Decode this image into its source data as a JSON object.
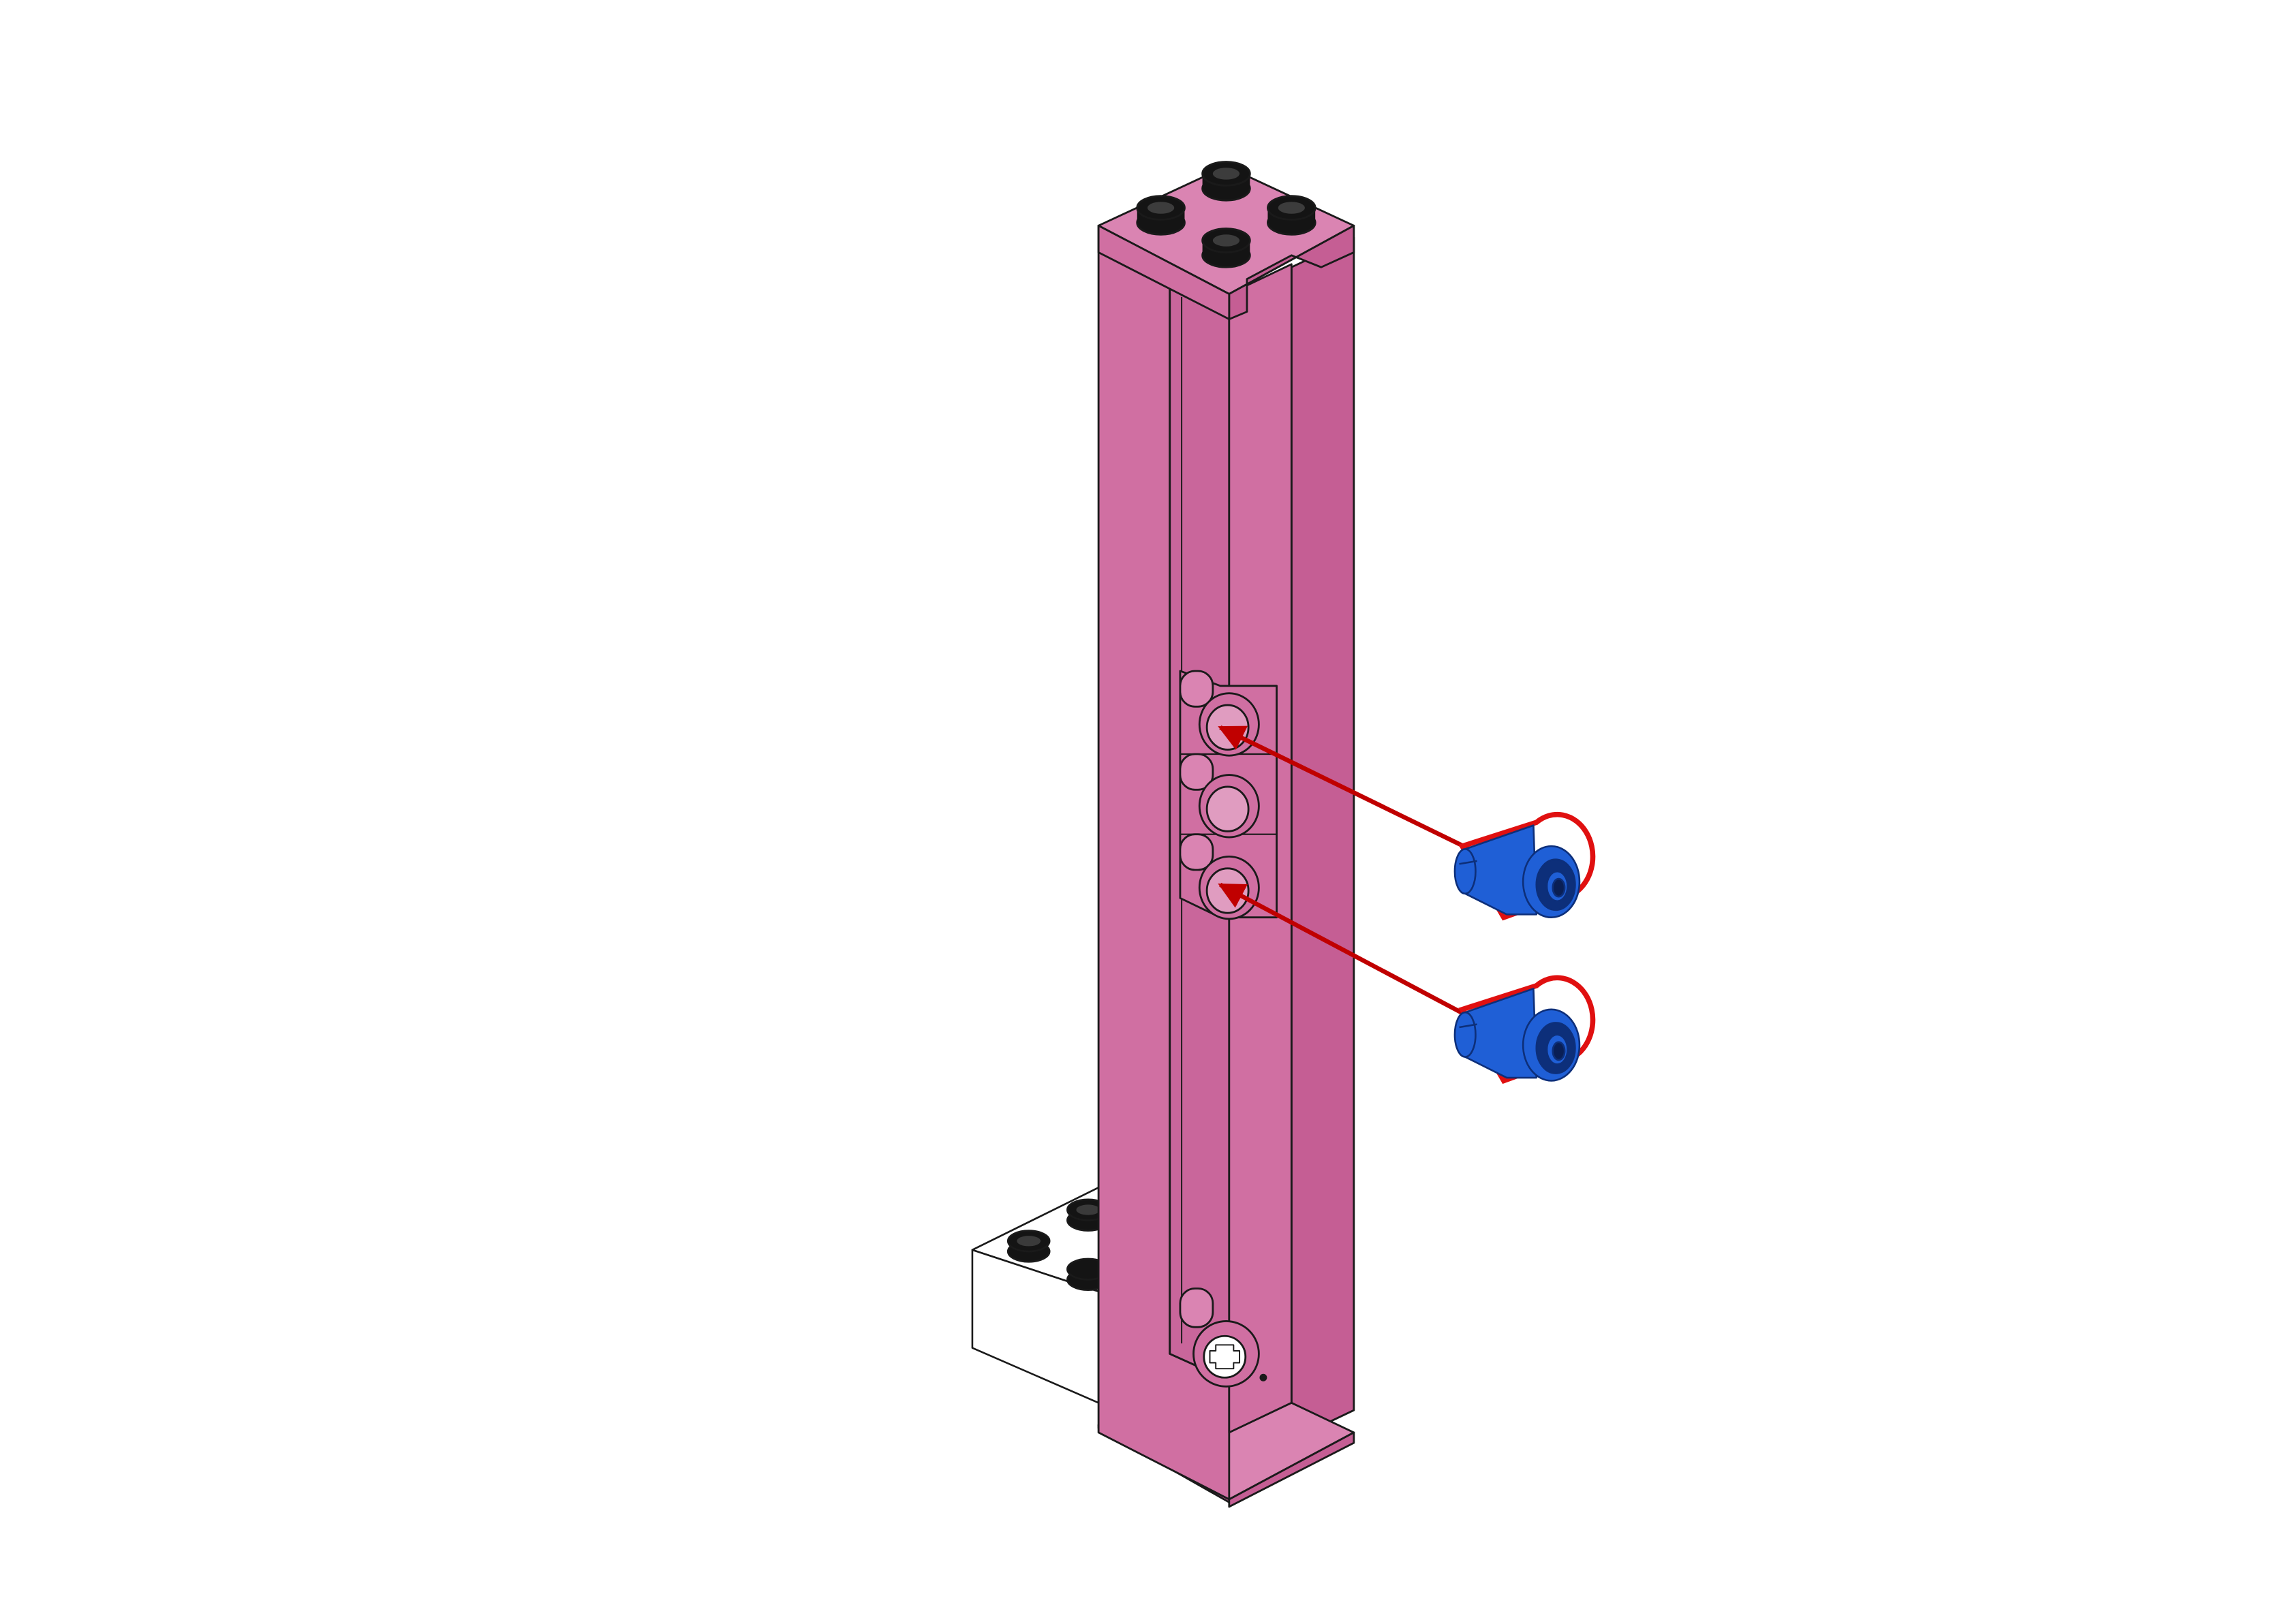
{
  "diagram": {
    "kind": "building-instruction-step",
    "colors": {
      "background": "#ffffff",
      "support_front": "#d06fa2",
      "support_side": "#c55e94",
      "support_top": "#da84b2",
      "support_groove": "#c9669b",
      "outline": "#1a1a1a",
      "stud_dark": "#141414",
      "base_brick": "#ffffff",
      "pin_blue": "#1f5fd6",
      "pin_dark": "#0d2f7a",
      "highlight_red": "#e01010",
      "arrow_red": "#c00000"
    },
    "icons": {
      "support": "pink-support-column-icon",
      "base": "white-base-brick-icon",
      "pin": "blue-technic-pin-icon",
      "arrow": "insertion-arrow-icon"
    },
    "parts_to_add": [
      {
        "part": "blue-technic-pin",
        "target_hole": "upper-hole"
      },
      {
        "part": "blue-technic-pin",
        "target_hole": "lower-hole"
      }
    ]
  }
}
